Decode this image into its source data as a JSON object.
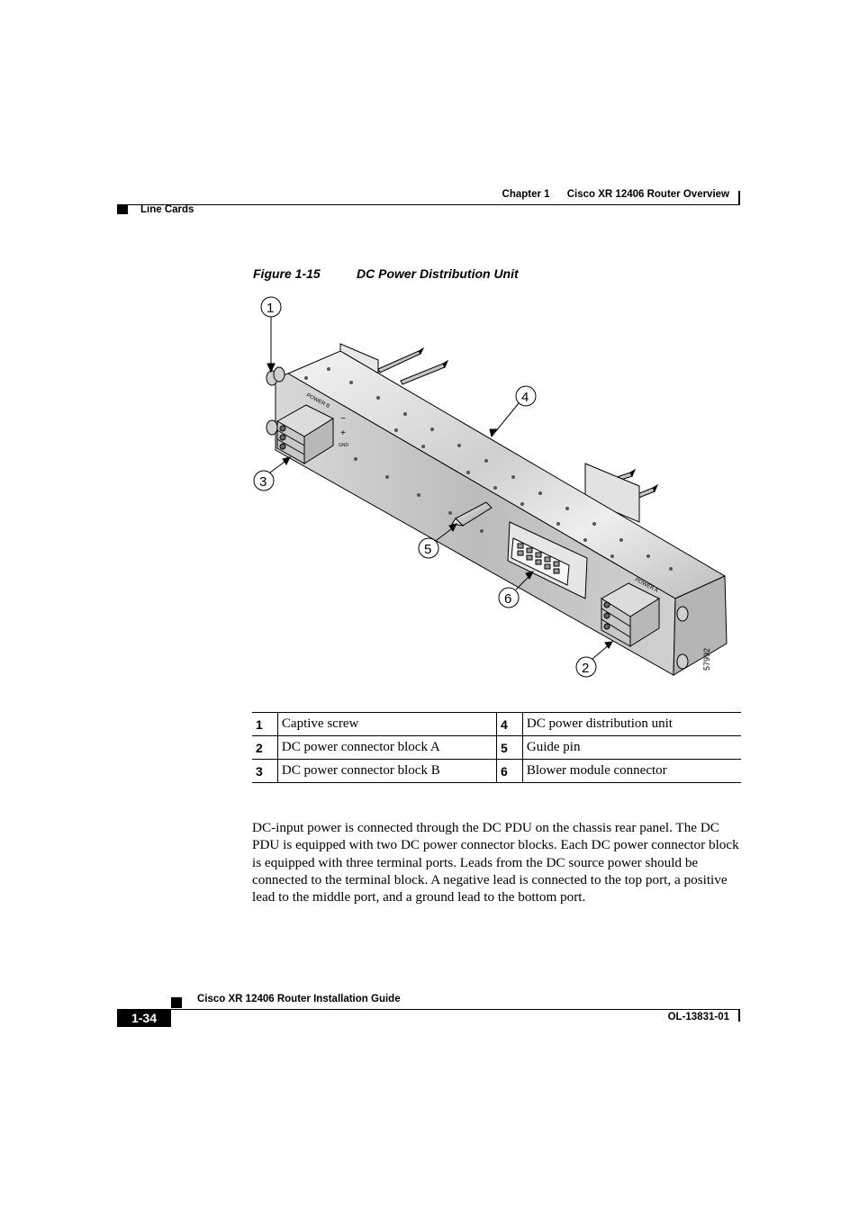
{
  "header": {
    "chapter": "Chapter 1      Cisco XR 12406 Router Overview",
    "section": "Line Cards"
  },
  "figure": {
    "label": "Figure 1-15",
    "title": "DC Power Distribution Unit",
    "callouts": [
      "1",
      "2",
      "3",
      "4",
      "5",
      "6"
    ],
    "panel_labels": {
      "power_b": "POWER B",
      "power_a": "POWER A",
      "minus": "−",
      "plus": "+",
      "gnd": "GND"
    },
    "art_number": "57992"
  },
  "legend": {
    "rows": [
      {
        "n1": "1",
        "d1": "Captive screw",
        "n2": "4",
        "d2": "DC power distribution unit"
      },
      {
        "n1": "2",
        "d1": "DC power connector block A",
        "n2": "5",
        "d2": "Guide pin"
      },
      {
        "n1": "3",
        "d1": "DC power connector block B",
        "n2": "6",
        "d2": "Blower module connector"
      }
    ]
  },
  "body": {
    "paragraph": "DC-input power is connected through the DC PDU on the chassis rear panel. The DC PDU is equipped with two DC power connector blocks. Each DC power connector block is equipped with three terminal ports. Leads from the DC source power should be connected to the terminal block. A negative lead is connected to the top port, a positive lead to the middle port, and a ground lead to the bottom port."
  },
  "footer": {
    "guide_title": "Cisco XR 12406 Router Installation Guide",
    "page_number": "1-34",
    "doc_number": "OL-13831-01"
  }
}
